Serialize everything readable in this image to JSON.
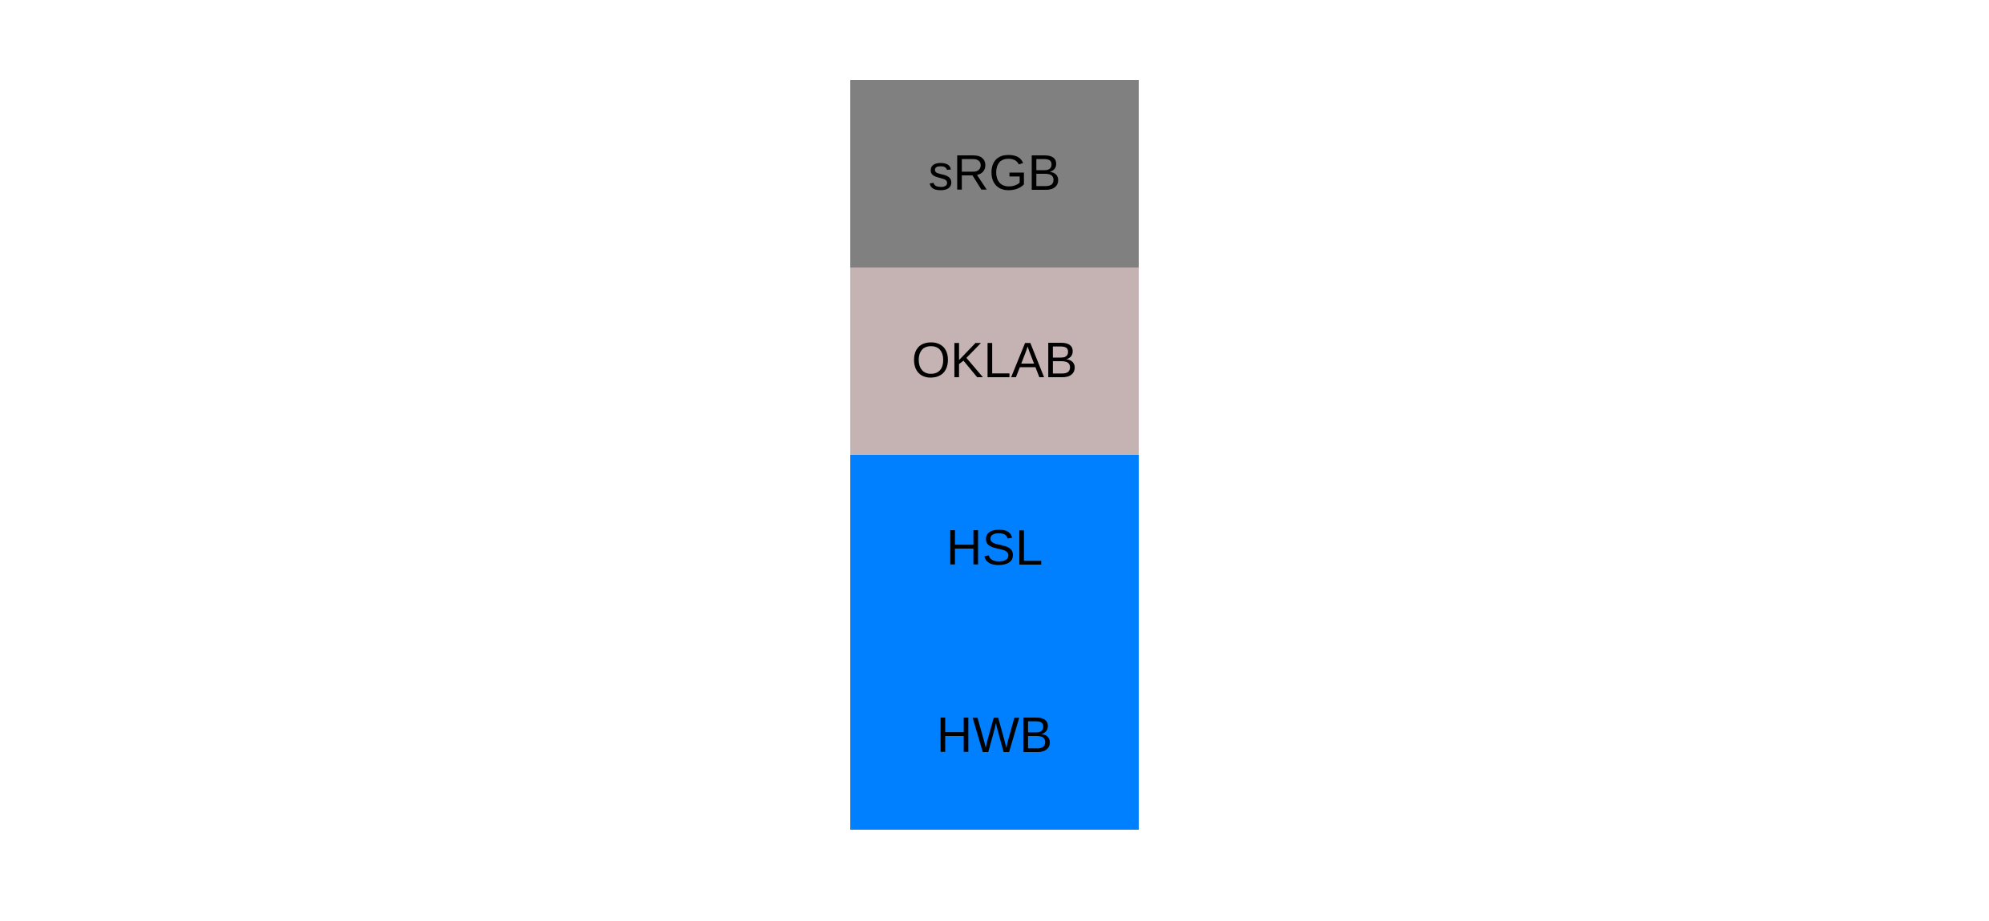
{
  "page": {
    "background_color": "#ffffff",
    "text_color": "#000000"
  },
  "swatches": [
    {
      "label": "sRGB",
      "color": "#808080"
    },
    {
      "label": "OKLAB",
      "color": "#c5b2b3"
    },
    {
      "label": "HSL",
      "color": "#0080ff"
    },
    {
      "label": "HWB",
      "color": "#0080ff"
    }
  ]
}
